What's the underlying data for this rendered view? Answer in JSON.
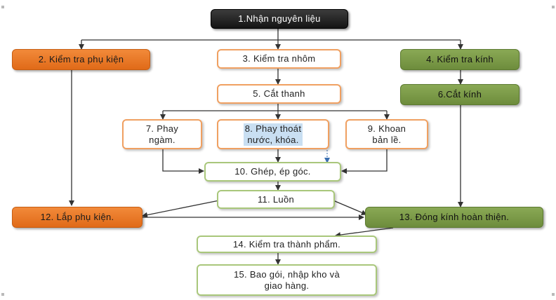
{
  "nodes": {
    "n1": "1.Nhận nguyên liệu",
    "n2": "2. Kiểm tra phụ kiện",
    "n3": "3. Kiểm tra nhôm",
    "n4": "4. Kiểm tra kính",
    "n5": "5. Cắt thanh",
    "n6": "6.Cắt kính",
    "n7": "7. Phay\nngàm.",
    "n8": "8. Phay thoát\nnước, khóa.",
    "n9": "9. Khoan\nbản lề.",
    "n10": "10. Ghép, ép góc.",
    "n11": "11. Luồn",
    "n12": "12. Lắp phụ kiện.",
    "n13": "13. Đóng kính hoàn thiện.",
    "n14": "14. Kiểm tra thành phẩm.",
    "n15": "15. Bao gói, nhập kho và\ngiao hàng."
  },
  "colors": {
    "dark": "#1f1f1f",
    "orange": "#e8772a",
    "green": "#789a47",
    "orange_outline": "#f0a061",
    "green_outline": "#a9c77b",
    "connector": "#333333",
    "highlight": "#c9dff2"
  }
}
